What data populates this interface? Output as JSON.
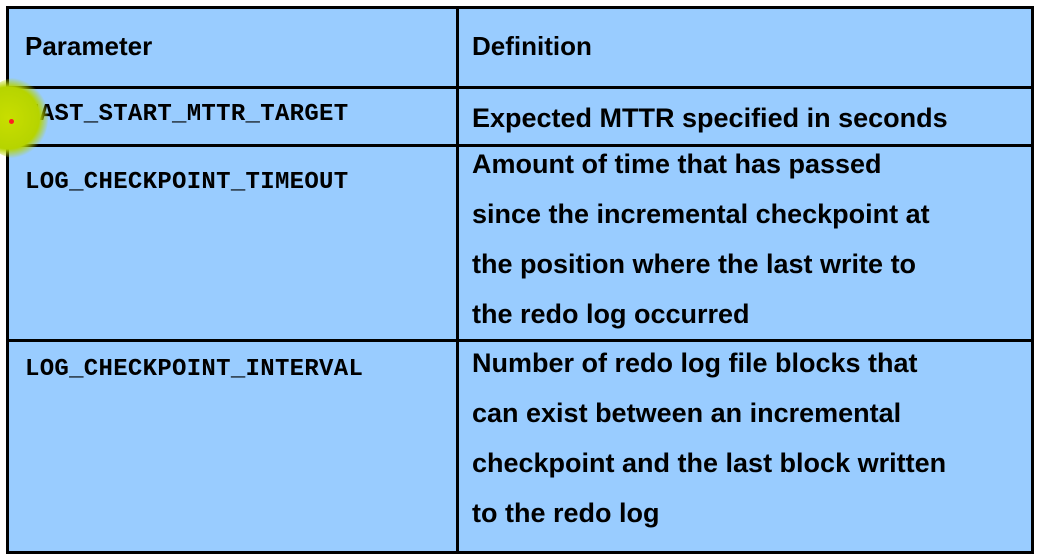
{
  "table": {
    "headers": {
      "parameter": "Parameter",
      "definition": "Definition"
    },
    "rows": [
      {
        "parameter": "FAST_START_MTTR_TARGET",
        "definition": "Expected MTTR specified in seconds"
      },
      {
        "parameter": "LOG_CHECKPOINT_TIMEOUT",
        "definition_lines": [
          "Amount of time that has passed",
          "since the incremental checkpoint at",
          "the position where the last write to",
          "the redo log occurred"
        ]
      },
      {
        "parameter": "LOG_CHECKPOINT_INTERVAL",
        "definition_lines": [
          "Number of redo log file blocks that",
          "can exist between an incremental",
          "checkpoint and the last block written",
          "to the redo log"
        ]
      }
    ]
  },
  "colors": {
    "cell_background": "#99ccff",
    "border": "#000000",
    "pointer_highlight": "#b6d400"
  }
}
